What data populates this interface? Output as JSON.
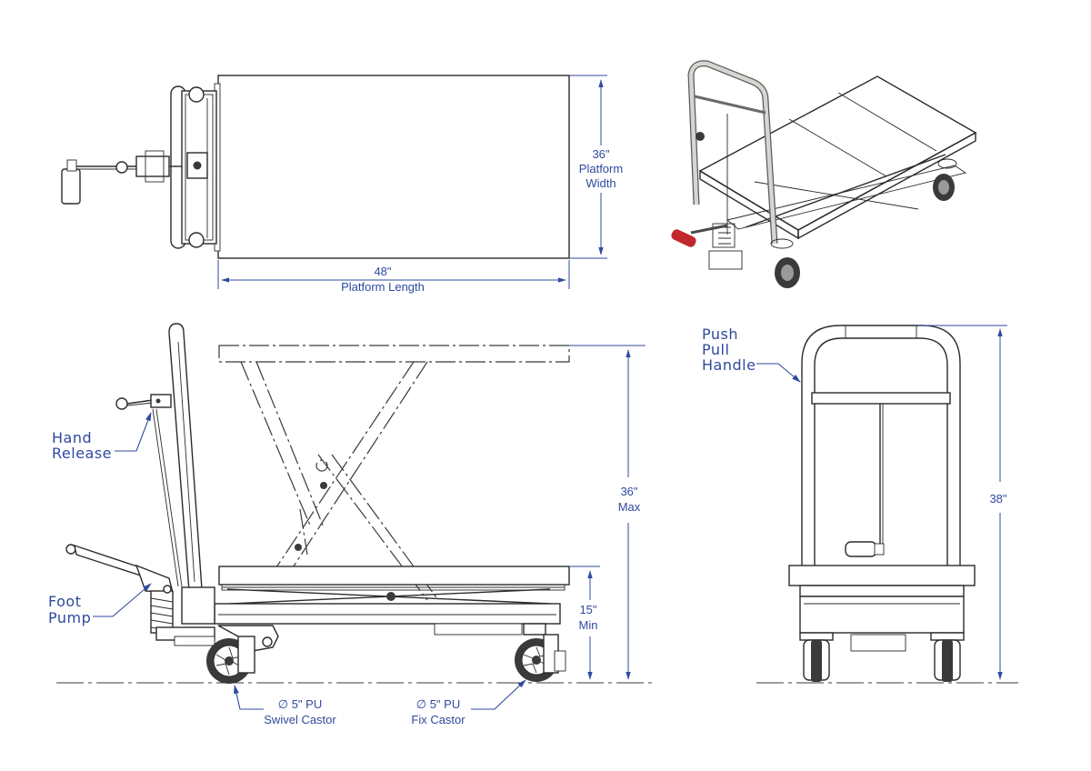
{
  "dimensions": {
    "platform_width": [
      "36\"",
      "Platform",
      "Width"
    ],
    "platform_length": [
      "48\"",
      "Platform Length"
    ],
    "max_height": [
      "36\"",
      "Max"
    ],
    "min_height": [
      "15\"",
      "Min"
    ],
    "overall_height": "38\""
  },
  "callouts": {
    "hand_release": [
      "Hand",
      "Release"
    ],
    "foot_pump": [
      "Foot",
      "Pump"
    ],
    "push_pull_handle": [
      "Push",
      "Pull",
      "Handle"
    ],
    "swivel_castor": [
      "∅ 5\" PU",
      "Swivel Castor"
    ],
    "fix_castor": [
      "∅ 5\" PU",
      "Fix Castor"
    ]
  },
  "colors": {
    "dimension_blue": "#2f4a9e",
    "line_dark": "#2b2b2b",
    "platform_grey": "#dedad6",
    "release_red": "#c0282d"
  }
}
